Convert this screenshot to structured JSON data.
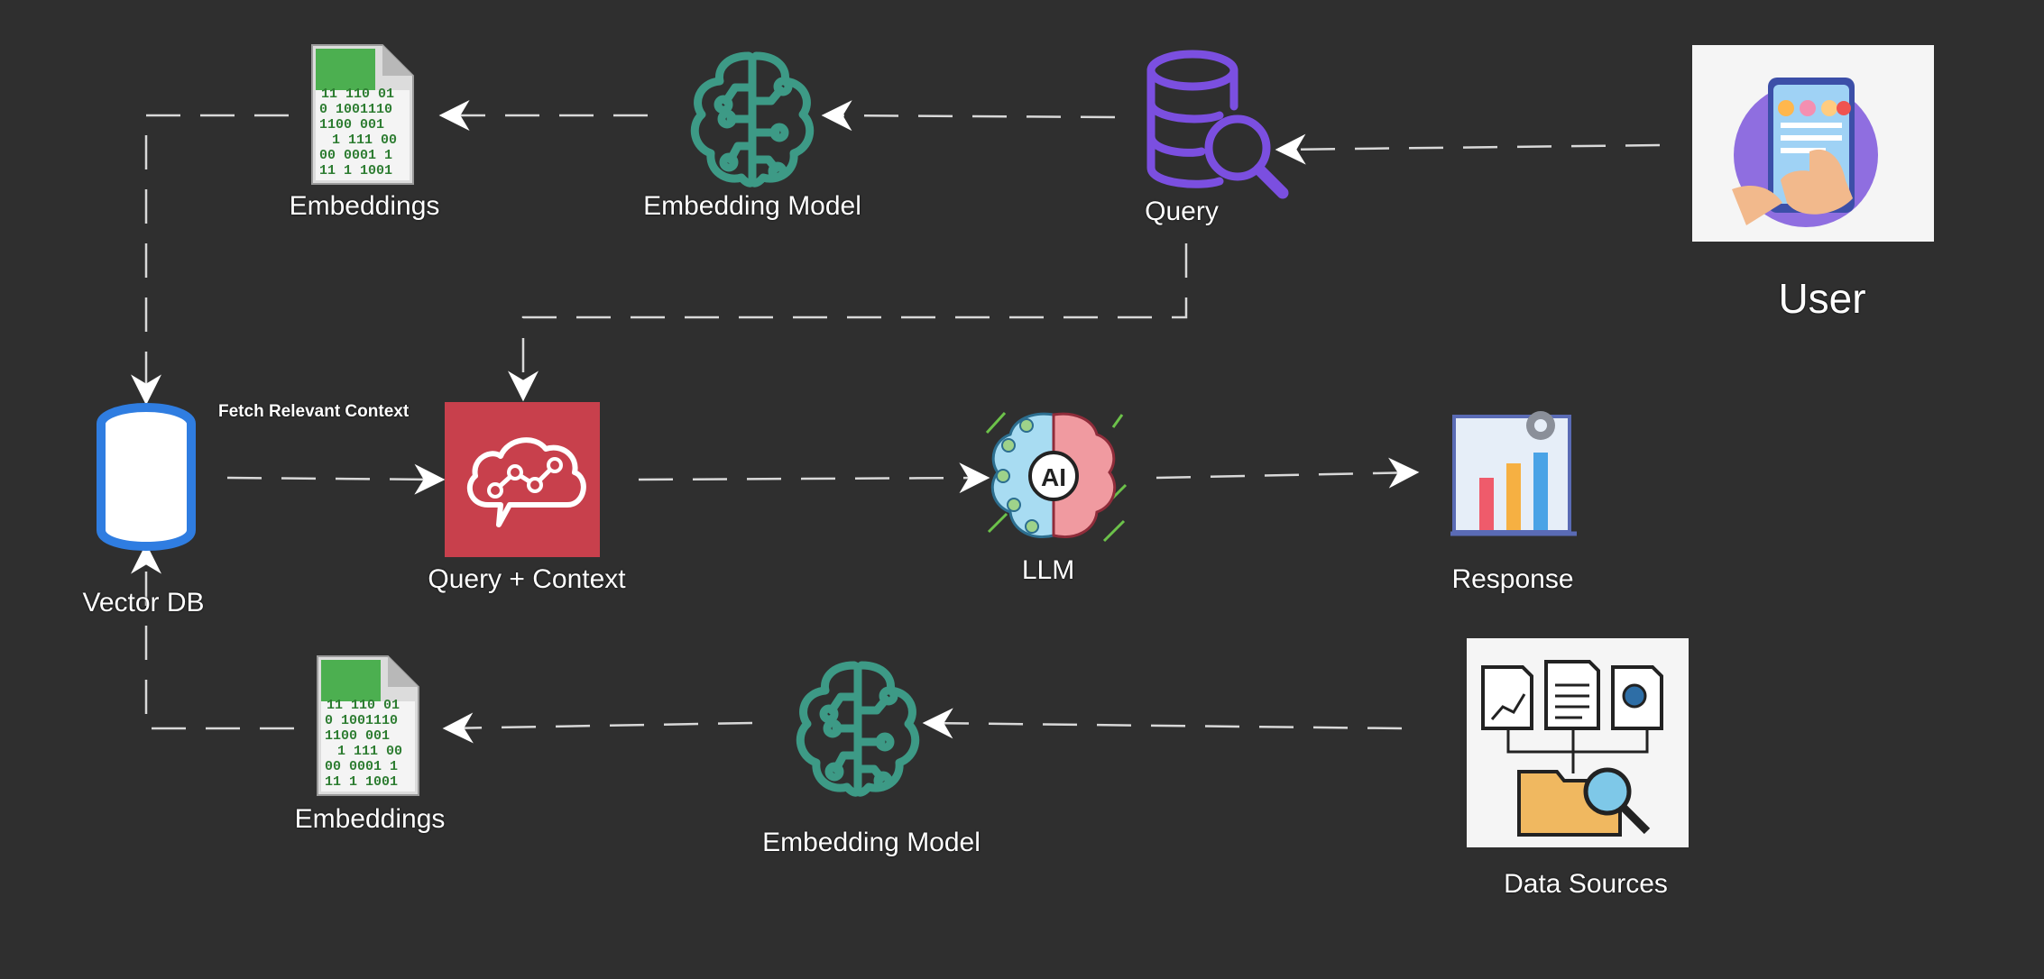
{
  "nodes": {
    "embeddings_top": {
      "label": "Embeddings",
      "icon": "binary-document-icon"
    },
    "embedding_model_top": {
      "label": "Embedding Model",
      "icon": "brain-circuit-icon"
    },
    "query": {
      "label": "Query",
      "icon": "database-search-icon"
    },
    "user": {
      "label": "User",
      "icon": "user-phone-icon"
    },
    "vector_db": {
      "label": "Vector DB",
      "icon": "database-icon"
    },
    "query_context": {
      "label": "Query + Context",
      "icon": "cloud-chat-icon"
    },
    "llm": {
      "label": "LLM",
      "icon": "ai-brain-icon",
      "badge": "AI"
    },
    "response": {
      "label": "Response",
      "icon": "bar-chart-gear-icon"
    },
    "embeddings_bottom": {
      "label": "Embeddings",
      "icon": "binary-document-icon"
    },
    "embedding_model_bottom": {
      "label": "Embedding Model",
      "icon": "brain-circuit-icon"
    },
    "data_sources": {
      "label": "Data Sources",
      "icon": "documents-folder-search-icon"
    }
  },
  "edges": {
    "fetch_label": "Fetch Relevant Context"
  },
  "binary_text": [
    "11 110 01",
    "0 1001110",
    "1100 001",
    "1 111 00",
    "00 0001 1",
    "11 1 1001"
  ],
  "colors": {
    "background": "#2f2f2f",
    "edge": "#d9d9d9",
    "model_green": "#3d9a86",
    "query_purple": "#7b4fe0",
    "db_blue": "#2f7de1",
    "query_context_red": "#c8404c"
  }
}
